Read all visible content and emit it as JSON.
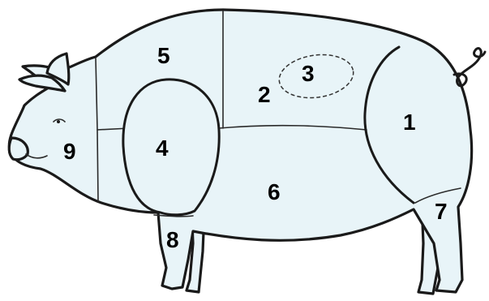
{
  "diagram": {
    "labels": {
      "cut_1": "1",
      "cut_2": "2",
      "cut_3": "3",
      "cut_4": "4",
      "cut_5": "5",
      "cut_6": "6",
      "cut_7": "7",
      "cut_8": "8",
      "cut_9": "9"
    },
    "colors": {
      "body_fill": "#e8f4f8",
      "outline": "#1a1a1a",
      "background": "#ffffff"
    }
  }
}
